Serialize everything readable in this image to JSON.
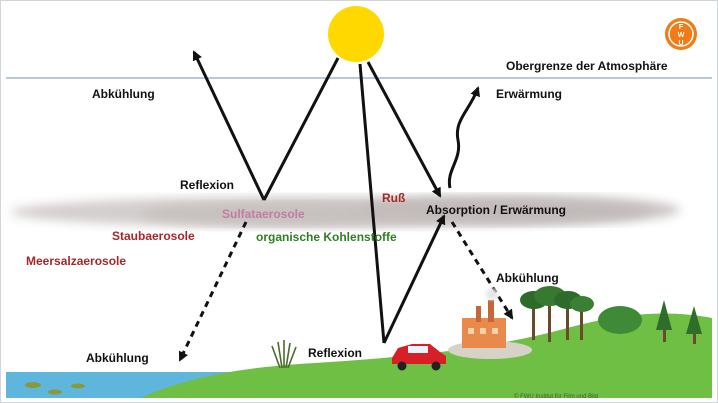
{
  "labels": {
    "top_boundary": "Obergrenze der Atmosphäre",
    "cooling_top_left": "Abkühlung",
    "warming_top_right": "Erwärmung",
    "reflection_cloud": "Reflexion",
    "soot": "Ruß",
    "absorption": "Absorption / Erwärmung",
    "sulfate": "Sulfataerosole",
    "dust": "Staubaerosole",
    "organic": "organische Kohlenstoffe",
    "sea_salt": "Meersalzaerosole",
    "cooling_right": "Abkühlung",
    "cooling_bottom_left": "Abkühlung",
    "reflection_ground": "Reflexion",
    "logo_text": "FWU",
    "copyright": "© FWU Institut für Film und Bild"
  },
  "colors": {
    "sun": "#ffd800",
    "boundary_line": "#9fb8c8",
    "haze": "#c7c0bf",
    "ground": "#6fbf44",
    "water": "#5fb6dd",
    "text_dark": "#111111",
    "text_red": "#a4282a",
    "text_green": "#2f7d24",
    "text_pink": "#c07fa0",
    "logo_orange": "#f07c18"
  }
}
